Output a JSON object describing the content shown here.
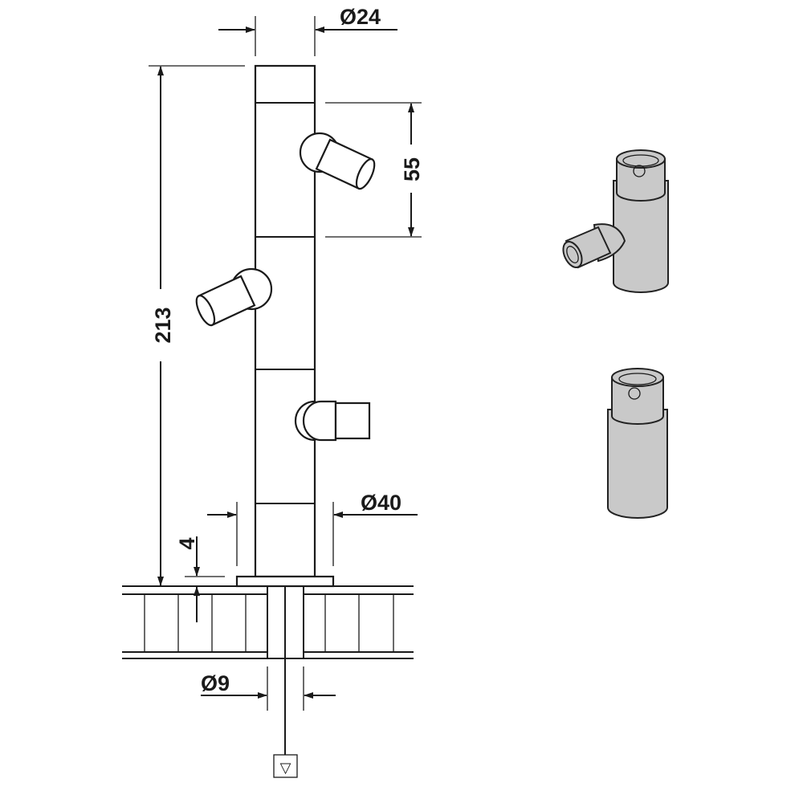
{
  "dimensions": {
    "top_diameter": "Ø24",
    "spacing": "55",
    "height": "213",
    "base_diameter": "Ø40",
    "plate_thickness": "4",
    "hole_diameter": "Ø9"
  },
  "symbols": {
    "ground_symbol": "▽"
  },
  "colors": {
    "line": "#1a1a1a",
    "part_fill": "#c9c9c9"
  }
}
